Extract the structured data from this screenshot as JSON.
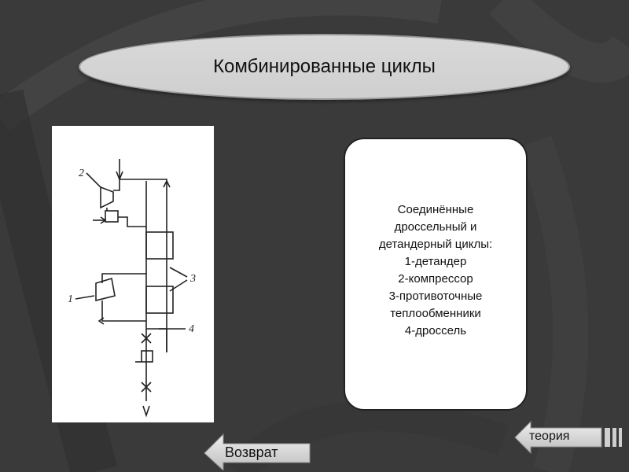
{
  "slide": {
    "title": "Комбинированные циклы"
  },
  "info": {
    "lines": [
      "Соединённые",
      "дроссельный и",
      "детандерный циклы:",
      "1-детандер",
      "2-компрессор",
      "3-противоточные",
      "теплообменники",
      "4-дроссель"
    ]
  },
  "diagram": {
    "label_1": "1",
    "label_2": "2",
    "label_3": "3",
    "label_4": "4"
  },
  "nav": {
    "back_label": "Возврат",
    "theory_label": "теория"
  },
  "colors": {
    "background": "#3a3a3a",
    "pill": "#d4d4d4",
    "button": "#d6d6d6"
  }
}
